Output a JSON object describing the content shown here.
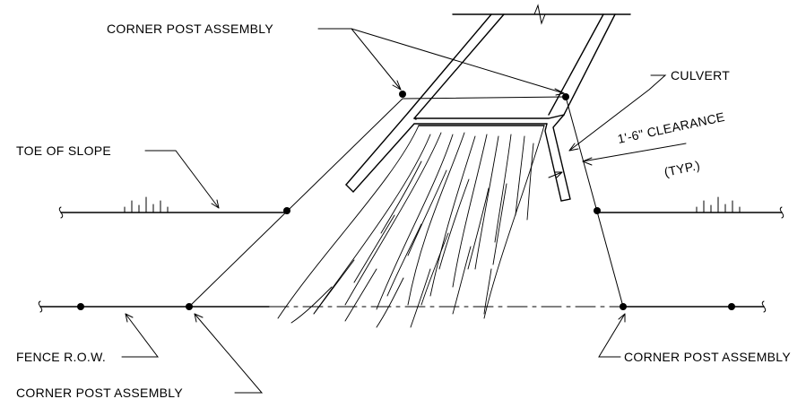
{
  "labels": {
    "corner_post_top": "CORNER POST ASSEMBLY",
    "culvert": "CULVERT",
    "clearance": "1'-6\" CLEARANCE",
    "typ": "(TYP.)",
    "toe_of_slope": "TOE OF SLOPE",
    "fence_row": "FENCE R.O.W.",
    "corner_post_bottom_left": "CORNER POST ASSEMBLY",
    "corner_post_bottom_right": "CORNER POST ASSEMBLY"
  }
}
